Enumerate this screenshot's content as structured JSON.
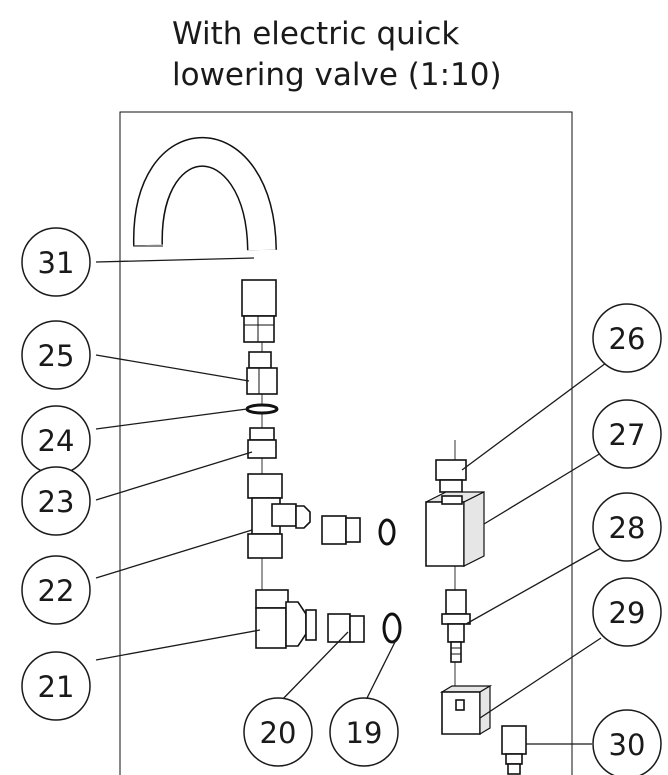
{
  "title": {
    "line1": "With electric quick",
    "line2": "lowering valve (1:10)"
  },
  "balloons": [
    {
      "id": "31",
      "label": "31"
    },
    {
      "id": "25",
      "label": "25"
    },
    {
      "id": "24",
      "label": "24"
    },
    {
      "id": "23",
      "label": "23"
    },
    {
      "id": "22",
      "label": "22"
    },
    {
      "id": "21",
      "label": "21"
    },
    {
      "id": "20",
      "label": "20"
    },
    {
      "id": "19",
      "label": "19"
    },
    {
      "id": "26",
      "label": "26"
    },
    {
      "id": "27",
      "label": "27"
    },
    {
      "id": "28",
      "label": "28"
    },
    {
      "id": "29",
      "label": "29"
    },
    {
      "id": "30",
      "label": "30"
    }
  ]
}
